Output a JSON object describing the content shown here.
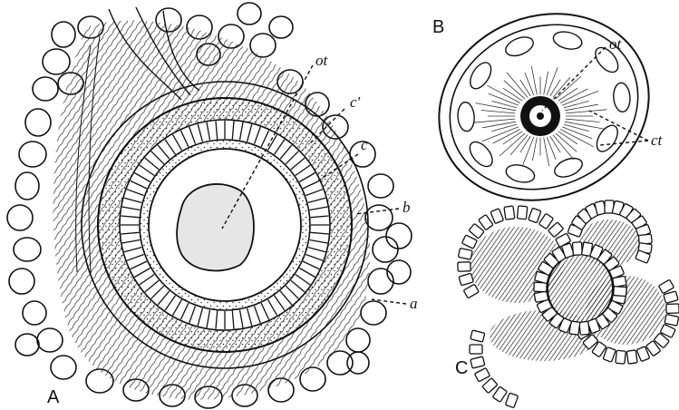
{
  "figure": {
    "panels": [
      {
        "id": "A",
        "letter": "A",
        "labels": [
          {
            "id": "ot",
            "text": "ot"
          },
          {
            "id": "c1",
            "text": "c'"
          },
          {
            "id": "c",
            "text": "c"
          },
          {
            "id": "b",
            "text": "b"
          },
          {
            "id": "a",
            "text": "a"
          }
        ]
      },
      {
        "id": "B",
        "letter": "B",
        "labels": [
          {
            "id": "ot",
            "text": "ot"
          },
          {
            "id": "ct",
            "text": "ct"
          }
        ]
      },
      {
        "id": "C",
        "letter": "C",
        "labels": []
      }
    ]
  },
  "colors": {
    "ink": "#111111",
    "paper": "#ffffff",
    "otolith_fill": "#e6e6e6",
    "dark_mass": "#444444"
  }
}
